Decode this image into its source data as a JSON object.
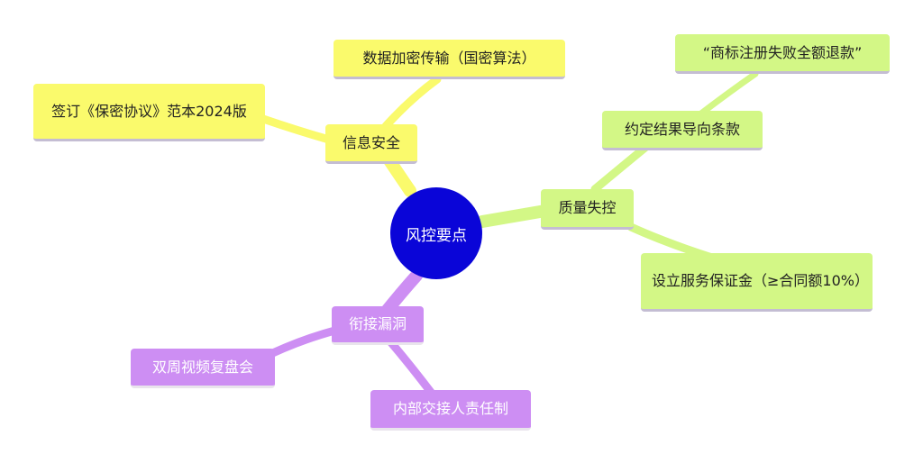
{
  "root": {
    "label": "风控要点",
    "color": "#0a05d8"
  },
  "branches": {
    "info_security": {
      "label": "信息安全",
      "color": "#fafa6c",
      "children": [
        "数据加密传输（国密算法）",
        "签订《保密协议》范本2024版"
      ]
    },
    "quality_control": {
      "label": "质量失控",
      "color": "#d3f786",
      "children": [
        "约定结果导向条款",
        "设立服务保证金（≥合同额10%）"
      ],
      "grandchild": "“商标注册失败全额退款”"
    },
    "handover_gap": {
      "label": "衔接漏洞",
      "color": "#cd8ef3",
      "children": [
        "双周视频复盘会",
        "内部交接人责任制"
      ]
    }
  }
}
